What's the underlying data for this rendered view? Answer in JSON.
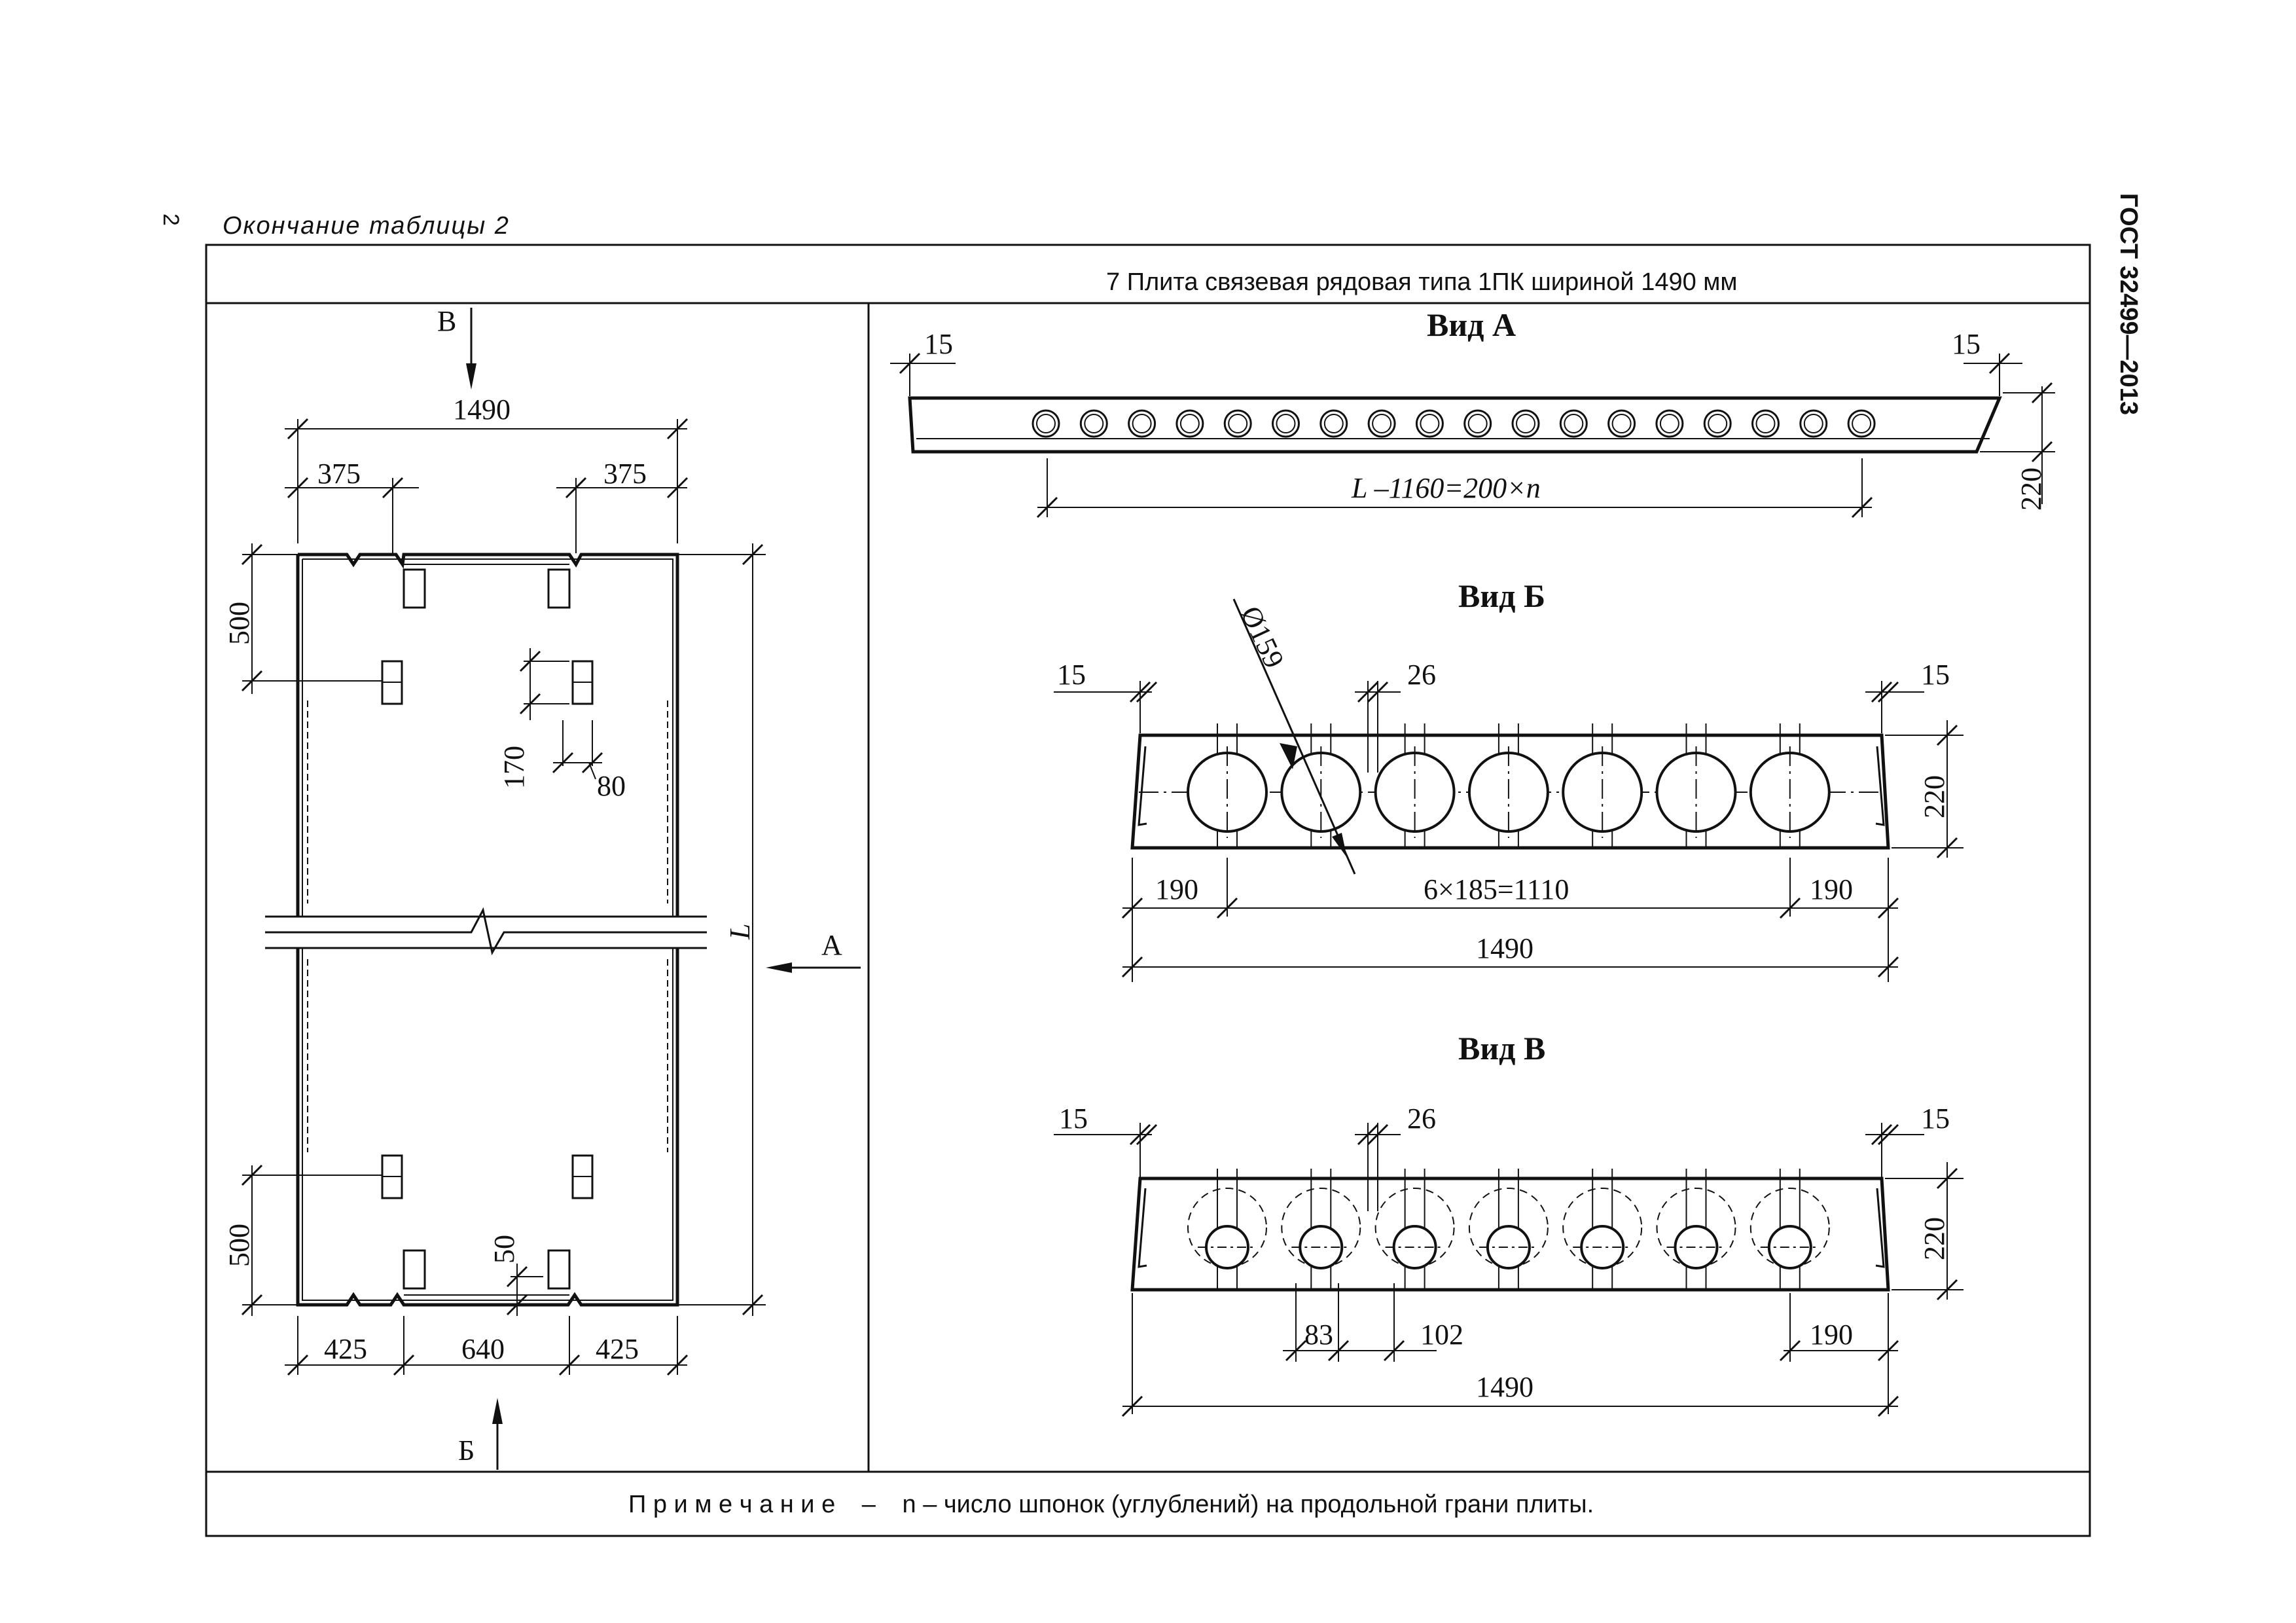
{
  "page": {
    "page_number": "2",
    "caption": "Окончание таблицы 2",
    "standard": "ГОСТ 32499—2013"
  },
  "table": {
    "row_title": "7 Плита связевая рядовая типа 1ПК шириной 1490 мм",
    "note_label": "П р и м е ч а н и е",
    "note_dash": "–",
    "note_text": "n – число шпонок (углублений) на продольной грани плиты."
  },
  "plan": {
    "mark_v": "В",
    "mark_b": "Б",
    "mark_a": "А",
    "width_total": "1490",
    "top_left": "375",
    "top_right": "375",
    "side_top": "500",
    "side_bottom": "500",
    "slot_h": "170",
    "slot_w": "80",
    "gap_50": "50",
    "length": "L",
    "bottom_left": "425",
    "bottom_mid": "640",
    "bottom_right": "425"
  },
  "view_a": {
    "title": "Вид А",
    "left": "15",
    "right": "15",
    "height": "220",
    "formula": "L –1160=200×n"
  },
  "view_b": {
    "title": "Вид Б",
    "diameter": "Ø159",
    "left": "15",
    "rib": "26",
    "right": "15",
    "height": "220",
    "end_left": "190",
    "middle": "6×185=1110",
    "end_right": "190",
    "total": "1490"
  },
  "view_v": {
    "title": "Вид В",
    "left": "15",
    "rib": "26",
    "right": "15",
    "height": "220",
    "small": "83",
    "pitch": "102",
    "end_right": "190",
    "total": "1490"
  }
}
